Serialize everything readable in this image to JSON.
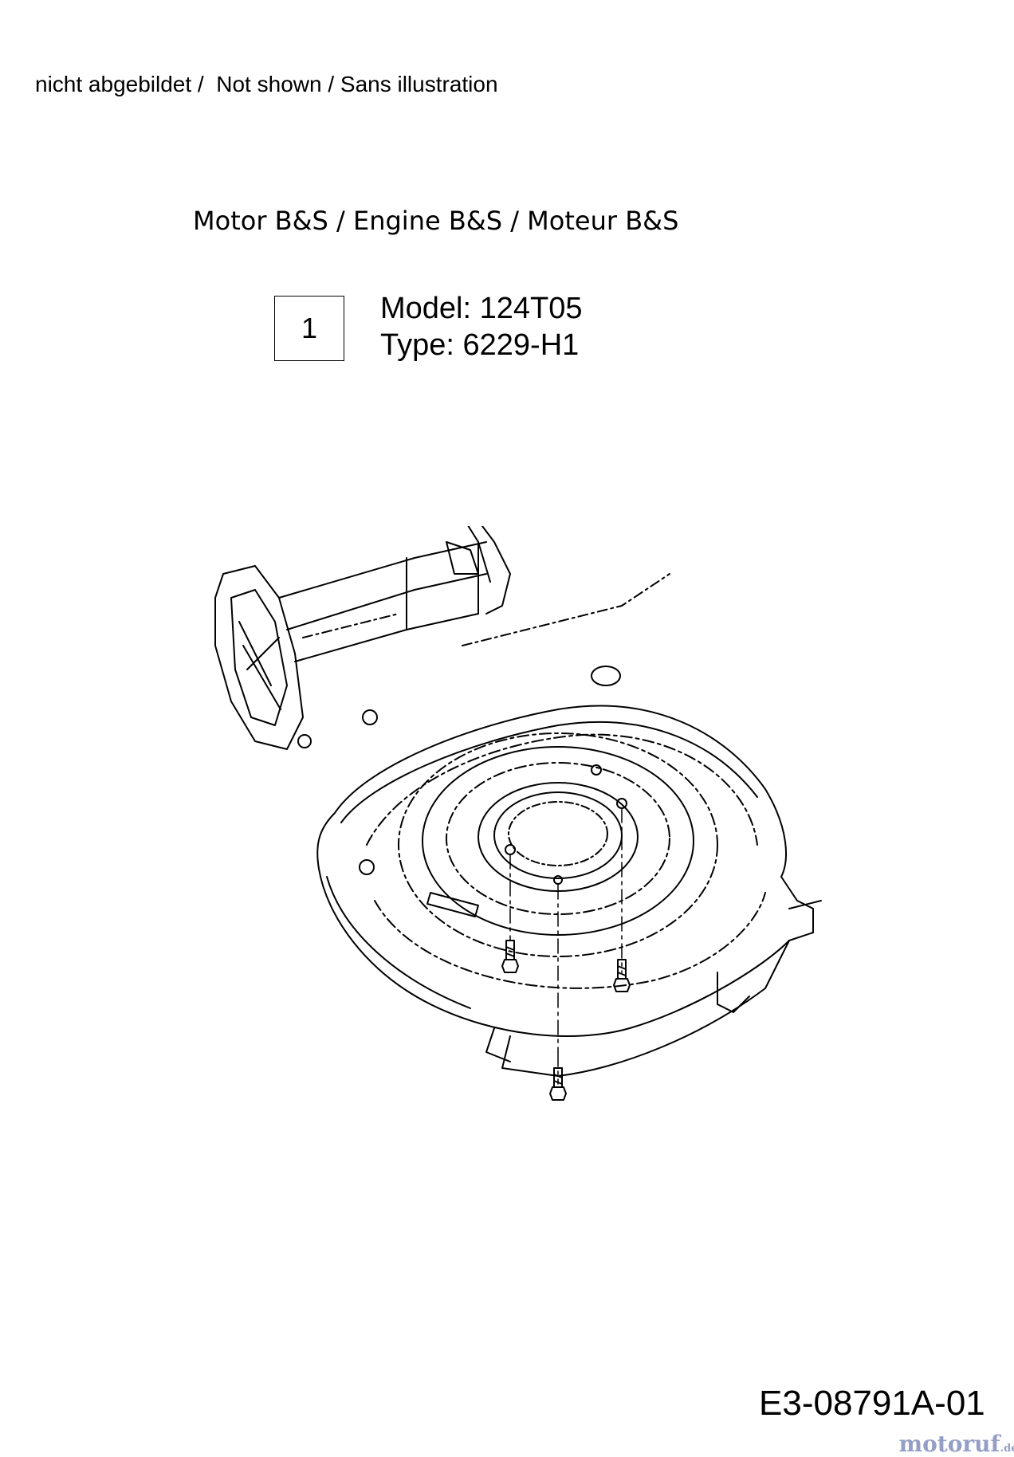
{
  "header": {
    "not_shown_note": "nicht abgebildet /  Not shown / Sans illustration"
  },
  "engine": {
    "title": "Motor B&S / Engine B&S / Moteur B&S",
    "ref_number": "1",
    "model_line": "Model: 124T05",
    "type_line": "Type: 6229-H1"
  },
  "drawing": {
    "subject-icon": "mower-deck-icon",
    "fasteners-icon": "screw-icon"
  },
  "footer": {
    "drawing_code": "E3-08791A-01",
    "watermark": "motoruf",
    "watermark_tld": ".de",
    "watermark_color": "#7a86b8"
  }
}
